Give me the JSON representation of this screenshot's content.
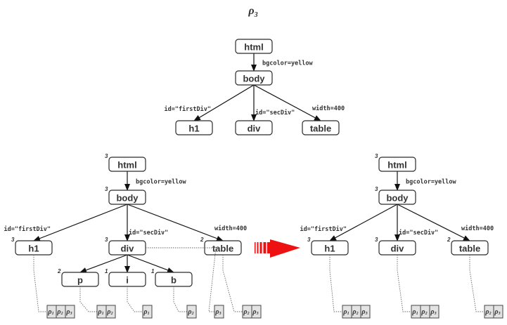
{
  "title": {
    "symbol": "ρ",
    "subscript": "3"
  },
  "top_tree": {
    "nodes": [
      {
        "id": "html",
        "label": "html"
      },
      {
        "id": "body",
        "label": "body"
      },
      {
        "id": "h1",
        "label": "h1"
      },
      {
        "id": "div",
        "label": "div"
      },
      {
        "id": "table",
        "label": "table"
      }
    ],
    "edges": [
      {
        "from": "html",
        "to": "body",
        "attr": "bgcolor=yellow"
      },
      {
        "from": "body",
        "to": "h1",
        "attr": "id=\"firstDiv\""
      },
      {
        "from": "body",
        "to": "div",
        "attr": "id=\"secDiv\""
      },
      {
        "from": "body",
        "to": "table",
        "attr": "width=400"
      }
    ]
  },
  "left_tree": {
    "nodes": [
      {
        "id": "html",
        "label": "html",
        "count": "3"
      },
      {
        "id": "body",
        "label": "body",
        "count": "3"
      },
      {
        "id": "h1",
        "label": "h1",
        "count": "3"
      },
      {
        "id": "div",
        "label": "div",
        "count": "3"
      },
      {
        "id": "table",
        "label": "table",
        "count": "2"
      },
      {
        "id": "p",
        "label": "p",
        "count": "2"
      },
      {
        "id": "i",
        "label": "i",
        "count": "1"
      },
      {
        "id": "b",
        "label": "b",
        "count": "1"
      }
    ],
    "edges": [
      {
        "from": "html",
        "to": "body",
        "attr": "bgcolor=yellow"
      },
      {
        "from": "body",
        "to": "h1",
        "attr": "id=\"firstDiv\""
      },
      {
        "from": "body",
        "to": "div",
        "attr": "id=\"secDiv\""
      },
      {
        "from": "body",
        "to": "table",
        "attr": "width=400"
      },
      {
        "from": "div",
        "to": "p",
        "attr": ""
      },
      {
        "from": "div",
        "to": "i",
        "attr": ""
      },
      {
        "from": "div",
        "to": "b",
        "attr": ""
      }
    ],
    "page_sets": [
      {
        "node": "h1",
        "pages": [
          "1",
          "2",
          "3"
        ]
      },
      {
        "node": "p",
        "pages": [
          "1",
          "2"
        ]
      },
      {
        "node": "i",
        "pages": [
          "1"
        ]
      },
      {
        "node": "b",
        "pages": [
          "2"
        ]
      },
      {
        "node": "div",
        "pages": [
          "3"
        ]
      },
      {
        "node": "table",
        "pages": [
          "2",
          "3"
        ]
      }
    ]
  },
  "arrow": {
    "color": "#ee1111",
    "meaning": "transforms-to"
  },
  "right_tree": {
    "nodes": [
      {
        "id": "html",
        "label": "html",
        "count": "3"
      },
      {
        "id": "body",
        "label": "body",
        "count": "3"
      },
      {
        "id": "h1",
        "label": "h1",
        "count": "3"
      },
      {
        "id": "div",
        "label": "div",
        "count": "3"
      },
      {
        "id": "table",
        "label": "table",
        "count": "2"
      }
    ],
    "edges": [
      {
        "from": "html",
        "to": "body",
        "attr": "bgcolor=yellow"
      },
      {
        "from": "body",
        "to": "h1",
        "attr": "id=\"firstDiv\""
      },
      {
        "from": "body",
        "to": "div",
        "attr": "id=\"secDiv\""
      },
      {
        "from": "body",
        "to": "table",
        "attr": "width=400"
      }
    ],
    "page_sets": [
      {
        "node": "h1",
        "pages": [
          "1",
          "2",
          "3"
        ]
      },
      {
        "node": "div",
        "pages": [
          "1",
          "2",
          "3"
        ]
      },
      {
        "node": "table",
        "pages": [
          "2",
          "3"
        ]
      }
    ]
  }
}
